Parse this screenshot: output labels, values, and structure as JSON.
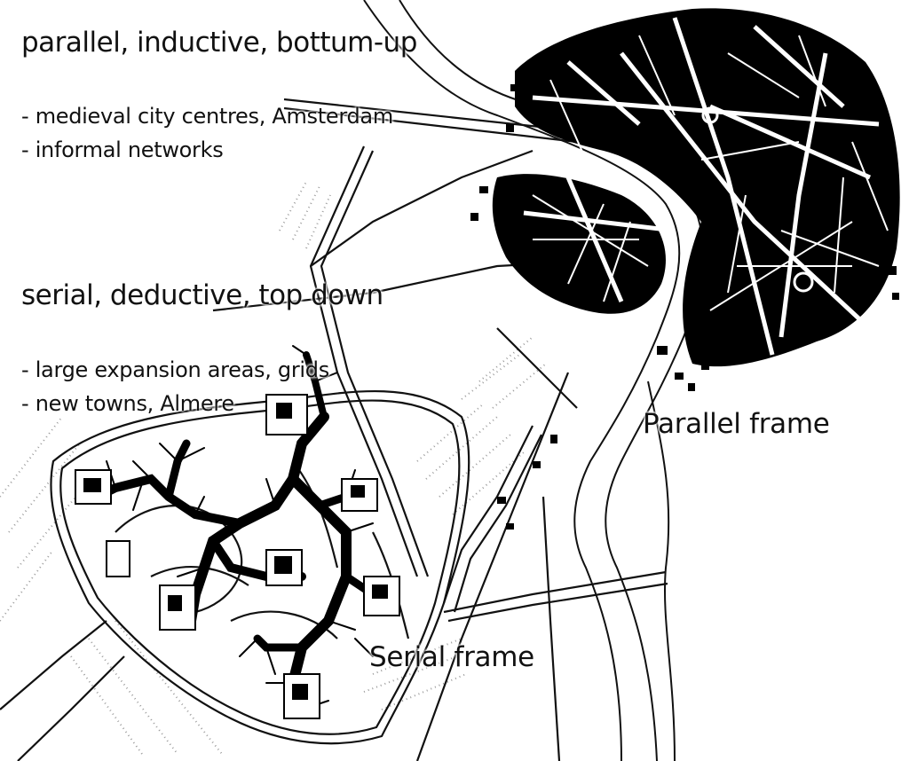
{
  "heading_parallel": "parallel, inductive, bottum-up",
  "parallel_items": [
    "- medieval city centres, Amsterdam",
    "- informal networks"
  ],
  "heading_serial": "serial, deductive, top down",
  "serial_items": [
    "- large expansion areas, grids",
    "- new towns,  Almere"
  ],
  "label_parallel_frame": "Parallel frame",
  "label_serial_frame": "Serial frame",
  "colors": {
    "ink": "#111111",
    "paper": "#ffffff",
    "dots": "#9a9a9a"
  }
}
